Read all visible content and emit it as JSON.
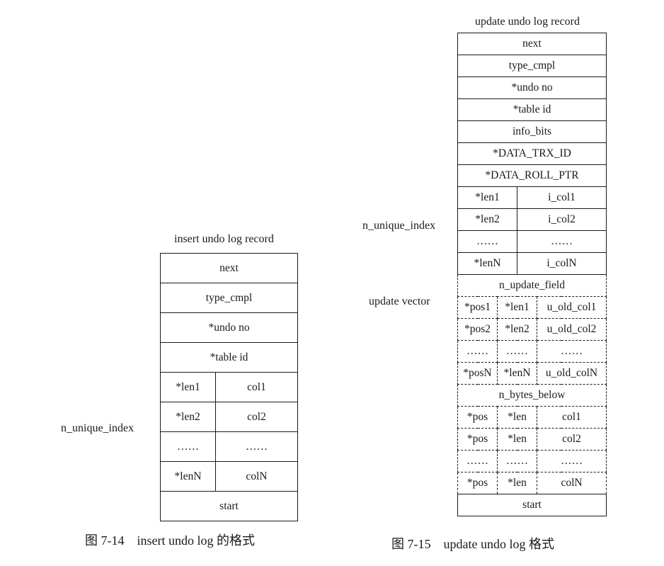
{
  "insert": {
    "title": "insert undo log record",
    "fields": [
      "next",
      "type_cmpl",
      "*undo no",
      "*table id"
    ],
    "pairs": [
      [
        "*len1",
        "col1"
      ],
      [
        "*len2",
        "col2"
      ],
      [
        "……",
        "……"
      ],
      [
        "*lenN",
        "colN"
      ]
    ],
    "end_field": "start",
    "side_label": "n_unique_index",
    "caption": "图 7-14　insert undo log 的格式"
  },
  "update": {
    "title": "update undo log record",
    "fields": [
      "next",
      "type_cmpl",
      "*undo no",
      "*table id",
      "info_bits",
      "*DATA_TRX_ID",
      "*DATA_ROLL_PTR"
    ],
    "pairs": [
      [
        "*len1",
        "i_col1"
      ],
      [
        "*len2",
        "i_col2"
      ],
      [
        "……",
        "……"
      ],
      [
        "*lenN",
        "i_colN"
      ]
    ],
    "update_field": "n_update_field",
    "vector_rows": [
      [
        "*pos1",
        "*len1",
        "u_old_col1"
      ],
      [
        "*pos2",
        "*len2",
        "u_old_col2"
      ],
      [
        "……",
        "……",
        "……"
      ],
      [
        "*posN",
        "*lenN",
        "u_old_colN"
      ]
    ],
    "bytes_below": "n_bytes_below",
    "below_rows": [
      [
        "*pos",
        "*len",
        "col1"
      ],
      [
        "*pos",
        "*len",
        "col2"
      ],
      [
        "……",
        "……",
        "……"
      ],
      [
        "*pos",
        "*len",
        "colN"
      ]
    ],
    "end_field": "start",
    "side_label_index": "n_unique_index",
    "side_label_vector": "update vector",
    "caption": "图 7-15　update undo log 格式"
  }
}
